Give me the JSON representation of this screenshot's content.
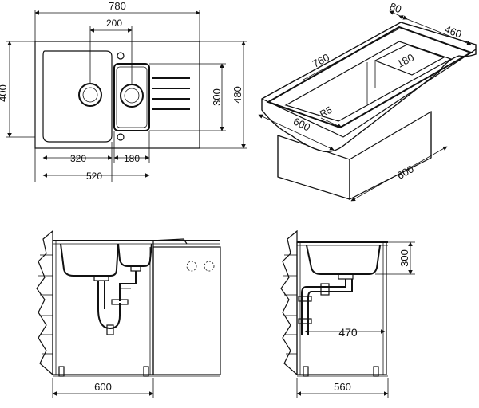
{
  "dimensions": {
    "top": {
      "width_total": "780",
      "bowl_spacing": "200",
      "depth_left": "400",
      "small_bowl_height": "300",
      "depth_right": "480",
      "left_bowl_width": "320",
      "small_bowl_width": "180",
      "cabinet_width": "520"
    },
    "iso": {
      "rim": "80",
      "depth": "460",
      "length": "760",
      "drainer": "180",
      "radius": "R5",
      "front": "600",
      "cabinet_depth": "600"
    },
    "front_view": {
      "cabinet_width": "600"
    },
    "side_view": {
      "height": "300",
      "offset": "470",
      "cabinet_depth": "560"
    }
  }
}
